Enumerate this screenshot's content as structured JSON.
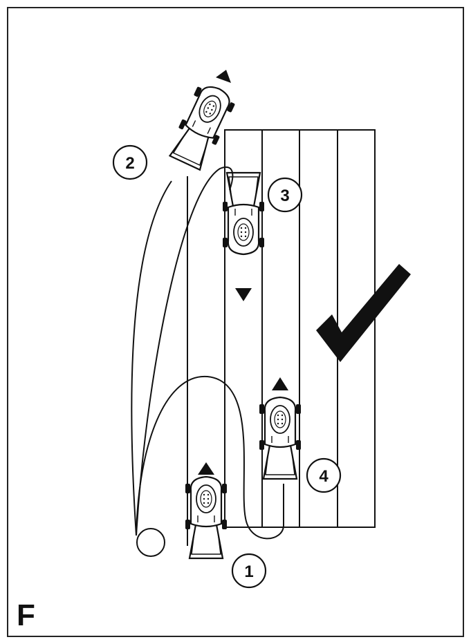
{
  "figure": {
    "letter": "F",
    "steps": [
      {
        "label": "1"
      },
      {
        "label": "2"
      },
      {
        "label": "3"
      },
      {
        "label": "4"
      }
    ],
    "colors": {
      "ink": "#111111",
      "background": "#ffffff"
    },
    "icons": {
      "check": "check-mark-icon",
      "mower": "push-mower-icon",
      "arrow": "direction-arrow-icon"
    }
  }
}
